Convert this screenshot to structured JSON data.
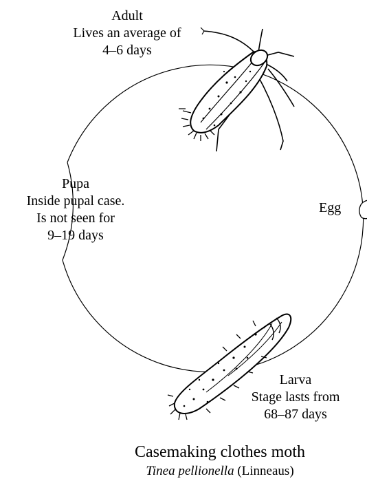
{
  "diagram": {
    "stages": {
      "adult": {
        "name": "Adult",
        "lines": [
          "Lives an average of",
          "4–6 days"
        ]
      },
      "egg": {
        "name": "Egg"
      },
      "larva": {
        "name": "Larva",
        "lines": [
          "Stage lasts from",
          "68–87 days"
        ]
      },
      "pupa": {
        "name": "Pupa",
        "lines": [
          "Inside pupal case.",
          "Is not seen for",
          "9–19 days"
        ]
      }
    },
    "caption": {
      "common_name": "Casemaking clothes moth",
      "scientific_name": "Tinea pellionella",
      "authority": "(Linneaus)"
    },
    "illustrations": [
      "moth-adult",
      "egg",
      "larva-in-case"
    ]
  }
}
